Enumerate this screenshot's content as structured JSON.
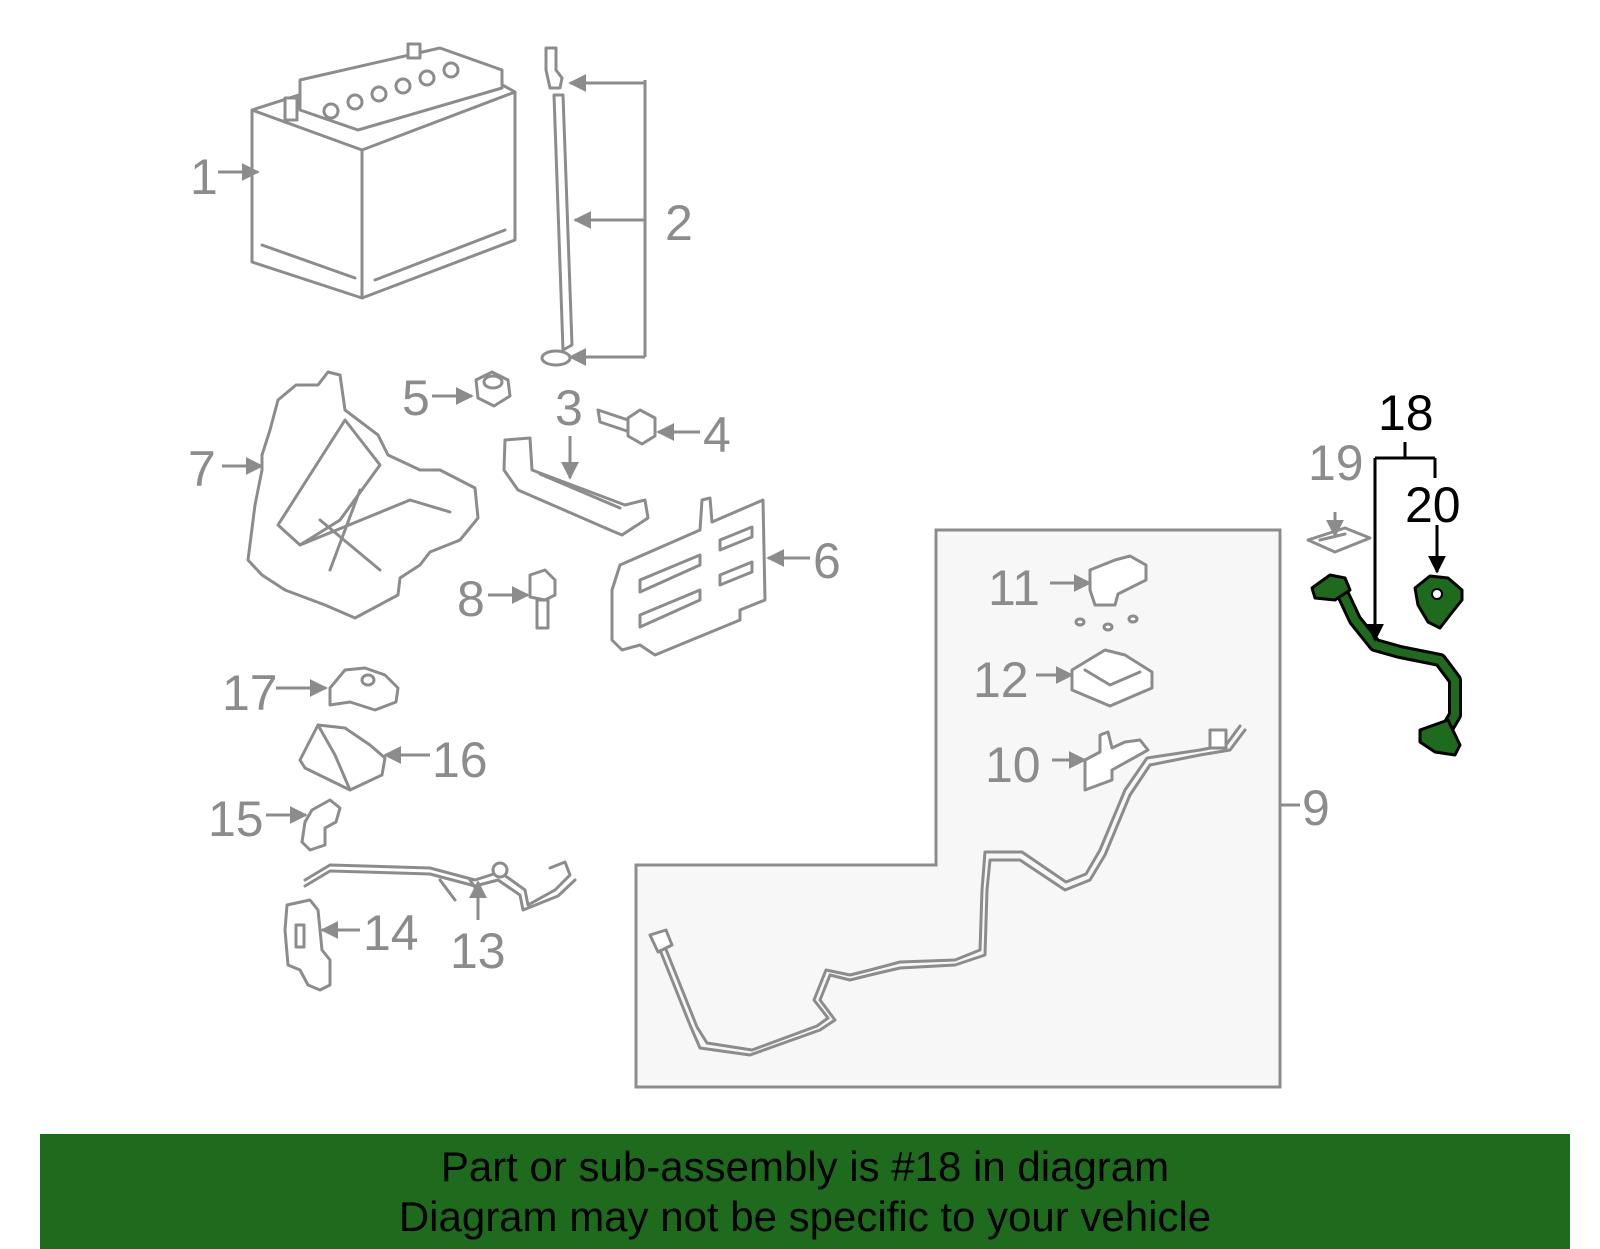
{
  "callouts": {
    "n1": "1",
    "n2": "2",
    "n3": "3",
    "n4": "4",
    "n5": "5",
    "n6": "6",
    "n7": "7",
    "n8": "8",
    "n9": "9",
    "n10": "10",
    "n11": "11",
    "n12": "12",
    "n13": "13",
    "n14": "14",
    "n15": "15",
    "n16": "16",
    "n17": "17",
    "n18": "18",
    "n19": "19",
    "n20": "20"
  },
  "banner": {
    "line1": "Part or sub-assembly is #18 in diagram",
    "line2": "Diagram may not be specific to your vehicle"
  },
  "colors": {
    "highlight": "#1e6b1e",
    "part_outline": "#8c8c8c",
    "inset_fill": "#f7f7f7"
  }
}
